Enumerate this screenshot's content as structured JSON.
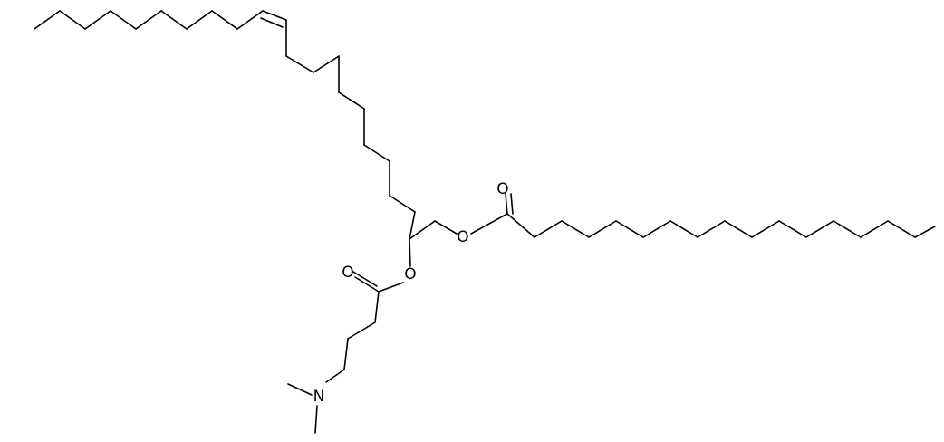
{
  "molecule": {
    "atoms": {
      "ester_o1": "O",
      "ester_o1_carbonyl": "O",
      "ester_o2": "O",
      "ester_o2_carbonyl": "O",
      "amine_n": "N"
    },
    "colors": {
      "bond": "#000000",
      "label": "#000000",
      "background": "#ffffff"
    }
  }
}
